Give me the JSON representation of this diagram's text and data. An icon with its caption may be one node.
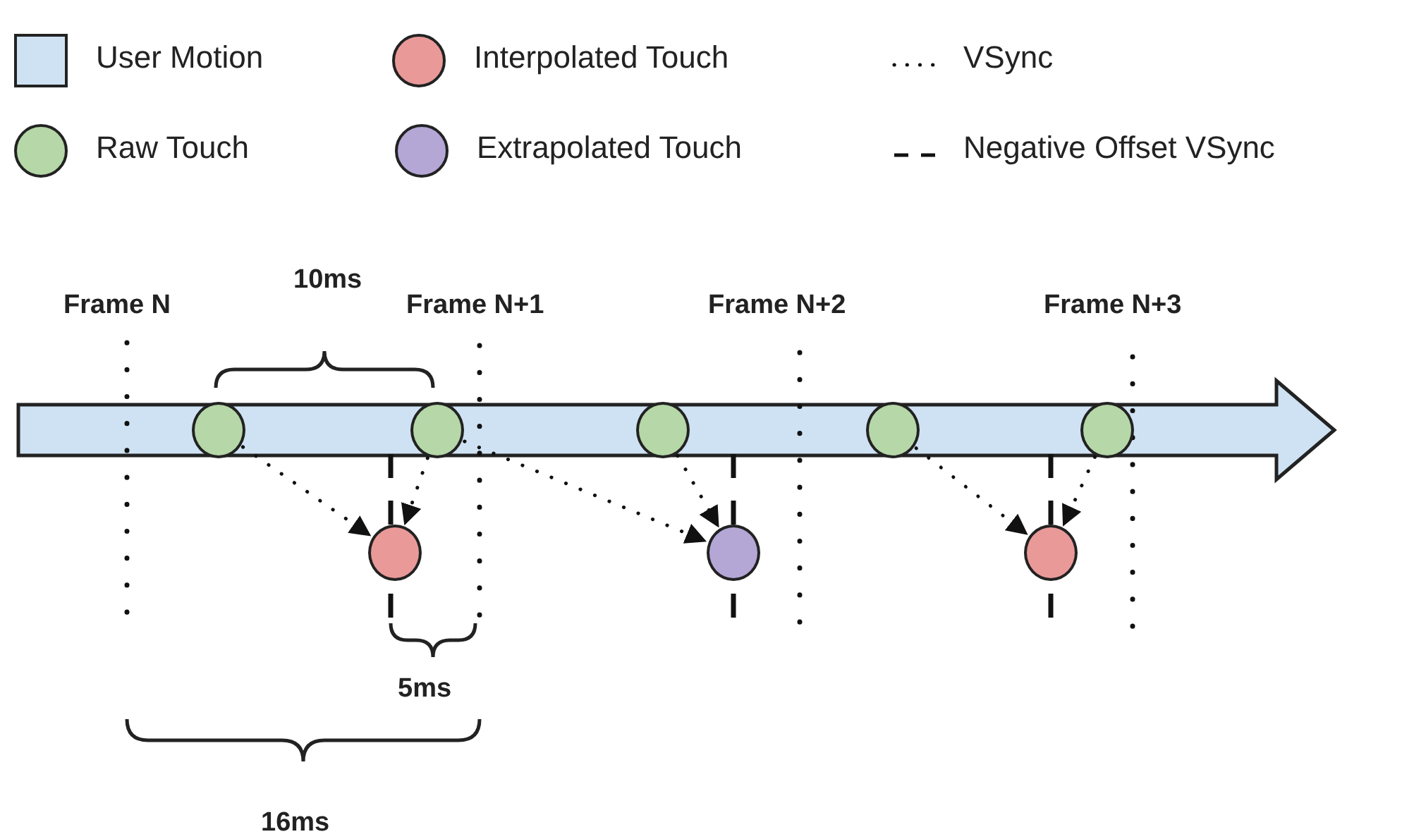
{
  "diagram": {
    "nodes": [
      {
        "text": [],
        "shape": "circle"
      },
      {
        "text": [],
        "shape": "circle"
      },
      {
        "text": [],
        "shape": "circle"
      },
      {
        "text": [],
        "shape": "circle"
      },
      {
        "text": [],
        "shape": "circle"
      },
      {
        "text": [],
        "shape": "circle"
      },
      {
        "text": [],
        "shape": "circle"
      },
      {
        "text": [],
        "shape": "circle"
      }
    ],
    "edges": [
      {
        "from": 0,
        "to": 5,
        "arrow": "to"
      },
      {
        "from": 1,
        "to": 5,
        "arrow": "to"
      },
      {
        "from": 1,
        "to": 6,
        "arrow": "to"
      },
      {
        "from": 2,
        "to": 6,
        "arrow": "to"
      },
      {
        "from": 3,
        "to": 7,
        "arrow": "to"
      },
      {
        "from": 4,
        "to": 7,
        "arrow": "to"
      }
    ],
    "labels": [
      "Frame N",
      "10ms",
      "Frame N+1",
      "Frame N+2",
      "Frame N+3",
      "5ms",
      "16ms"
    ],
    "legend": [
      {
        "text": "User Motion",
        "color": "#cfe2f3"
      },
      {
        "text": "Interpolated Touch",
        "color": "#ea9999"
      },
      {
        "text": "VSync"
      },
      {
        "text": "Raw Touch",
        "color": "#b6d7a8"
      },
      {
        "text": "Extrapolated Touch",
        "color": "#b4a7d6"
      },
      {
        "text": "Negative Offset VSync"
      }
    ]
  }
}
